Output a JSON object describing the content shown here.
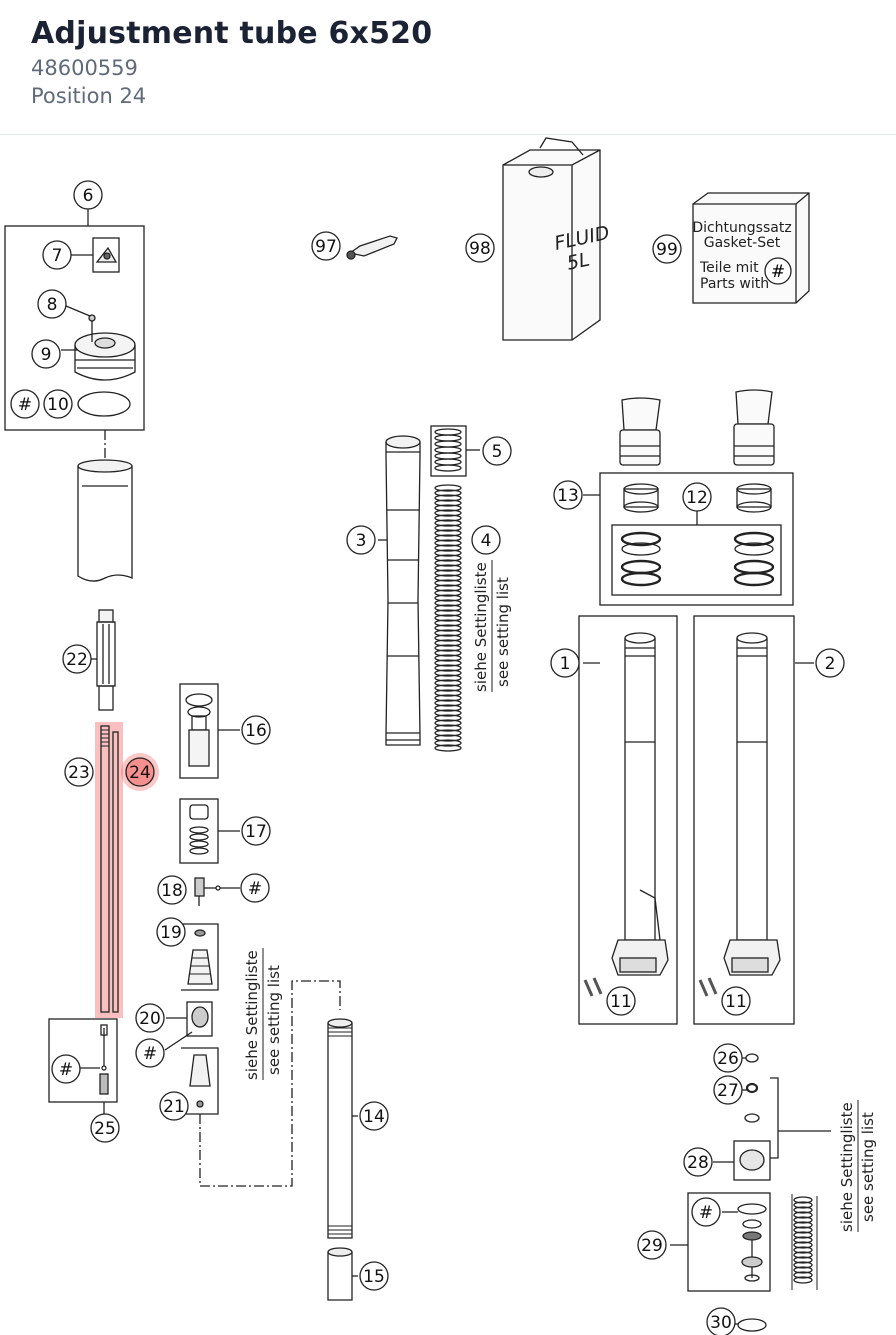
{
  "header": {
    "title": "Adjustment tube 6x520",
    "part_number": "48600559",
    "position_label": "Position 24"
  },
  "diagram": {
    "highlight_color": "#f0625f",
    "callouts": {
      "c1": "1",
      "c2": "2",
      "c3": "3",
      "c4": "4",
      "c5": "5",
      "c6": "6",
      "c7": "7",
      "c8": "8",
      "c9": "9",
      "c10": "10",
      "c11a": "11",
      "c11b": "11",
      "c12": "12",
      "c13": "13",
      "c14": "14",
      "c15": "15",
      "c16": "16",
      "c17": "17",
      "c18": "18",
      "c19": "19",
      "c20": "20",
      "c21": "21",
      "c22": "22",
      "c23": "23",
      "c24": "24",
      "c25": "25",
      "c26": "26",
      "c27": "27",
      "c28": "28",
      "c29": "29",
      "c30": "30",
      "c97": "97",
      "c98": "98",
      "c99": "99",
      "h10": "#",
      "h18": "#",
      "h20": "#",
      "h25": "#",
      "h29": "#",
      "h99": "#"
    },
    "labels": {
      "setting_de": "siehe Settingliste",
      "setting_en": "see setting list",
      "fluid": "FLUID",
      "fluid_volume": "5L",
      "kit_line1": "Dichtungssatz",
      "kit_line2": "Gasket-Set",
      "kit_line3": "Teile mit",
      "kit_line4": "Parts with"
    }
  }
}
